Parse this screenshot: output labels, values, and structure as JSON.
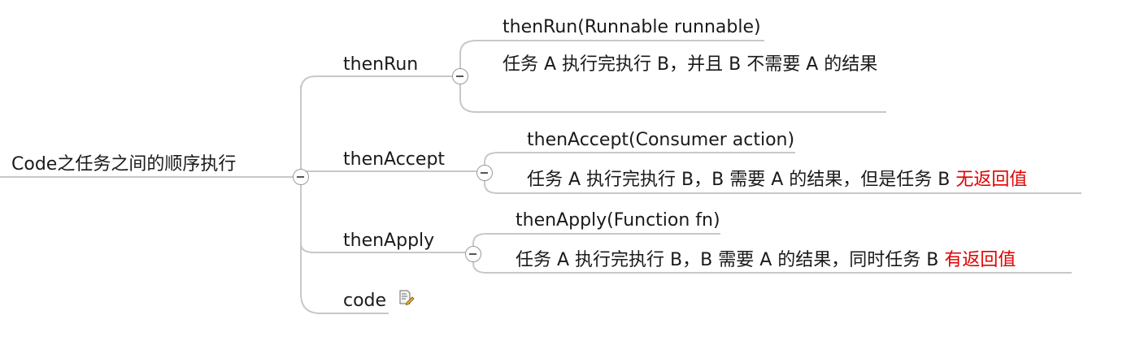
{
  "root": {
    "label": "Code之任务之间的顺序执行"
  },
  "branches": [
    {
      "label": "thenRun",
      "signature": "thenRun(Runnable runnable)",
      "description": "任务 A 执行完执行 B，并且 B 不需要 A 的结果",
      "highlight": ""
    },
    {
      "label": "thenAccept",
      "signature": "thenAccept(Consumer action)",
      "description": "任务 A 执行完执行 B，B 需要 A 的结果，但是任务 B ",
      "highlight": "无返回值"
    },
    {
      "label": "thenApply",
      "signature": "thenApply(Function fn)",
      "description": "任务 A 执行完执行 B，B 需要 A 的结果，同时任务 B ",
      "highlight": "有返回值"
    },
    {
      "label": "code",
      "icon": "note-edit-icon"
    }
  ],
  "colors": {
    "line": "#c8c8c8",
    "highlight": "#e00000",
    "text": "#1a1a1a"
  }
}
